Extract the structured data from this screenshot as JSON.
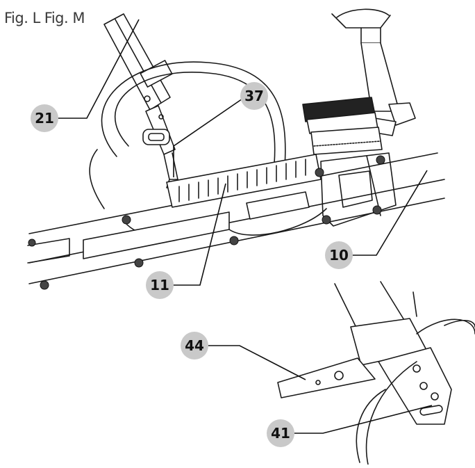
{
  "figure_labels": [
    "Fig. L",
    "Fig. M"
  ],
  "callouts": {
    "c21": "21",
    "c37": "37",
    "c10": "10",
    "c11": "11",
    "c44": "44",
    "c41": "41"
  },
  "colors": {
    "line": "#1a1a1a",
    "callout_fill": "#c9c9c9",
    "background": "#ffffff"
  }
}
